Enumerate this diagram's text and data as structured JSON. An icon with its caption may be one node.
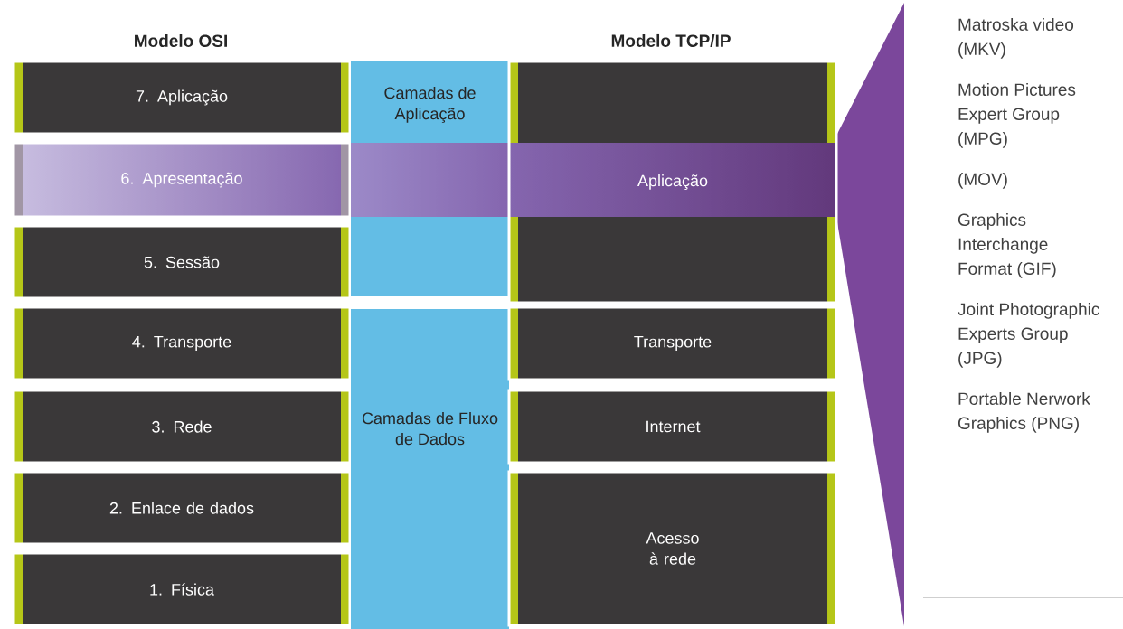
{
  "diagram": {
    "nodes": [
      {
        "text": [
          "7. Aplicação"
        ]
      },
      {
        "text": [
          "6. Apresentação"
        ]
      },
      {
        "text": [
          "5. Sessão"
        ]
      },
      {
        "text": [
          "4. Transporte"
        ]
      },
      {
        "text": [
          "3. Rede"
        ]
      },
      {
        "text": [
          "2. Enlace de dados"
        ]
      },
      {
        "text": [
          "1. Física"
        ]
      },
      {
        "text": [
          "Camadas de Aplicação"
        ]
      },
      {
        "text": [
          "Camadas de Fluxo de Dados"
        ]
      },
      {
        "text": [
          "Aplicação"
        ]
      },
      {
        "text": [
          "Transporte"
        ]
      },
      {
        "text": [
          "Internet"
        ]
      },
      {
        "text": [
          "Acesso à rede"
        ]
      },
      {
        "text": [
          "Matroska video (MKV)",
          "Motion Pictures Expert Group (MPG)",
          "(MOV)",
          "Graphics Interchange Format (GIF)",
          "Joint Photographic Experts Group (JPG)",
          "Portable Nerwork Graphics (PNG)"
        ]
      }
    ],
    "labels": [
      "Modelo OSI",
      "Modelo TCP/IP"
    ]
  }
}
